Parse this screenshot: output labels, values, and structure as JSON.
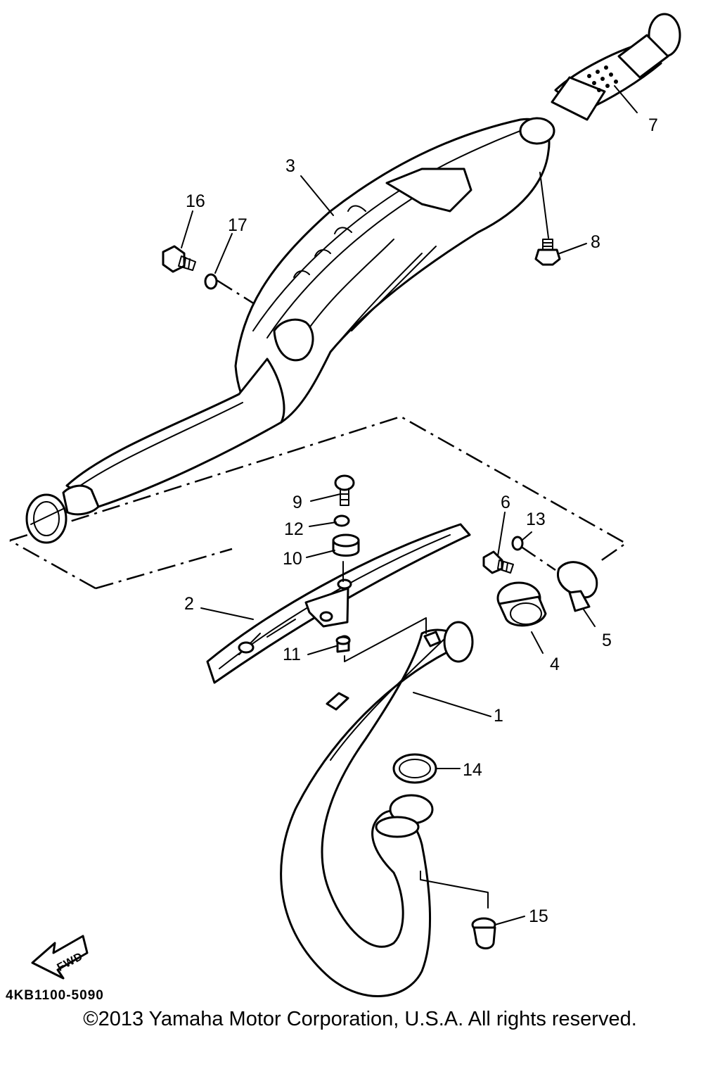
{
  "parts": [
    {
      "num": "1"
    },
    {
      "num": "2"
    },
    {
      "num": "3"
    },
    {
      "num": "4"
    },
    {
      "num": "5"
    },
    {
      "num": "6"
    },
    {
      "num": "7"
    },
    {
      "num": "8"
    },
    {
      "num": "9"
    },
    {
      "num": "10"
    },
    {
      "num": "11"
    },
    {
      "num": "12"
    },
    {
      "num": "13"
    },
    {
      "num": "14"
    },
    {
      "num": "15"
    },
    {
      "num": "16"
    },
    {
      "num": "17"
    }
  ],
  "fwd_label": "FWD",
  "diagram_code": "4KB1100-5090",
  "copyright": "©2013 Yamaha Motor Corporation, U.S.A. All rights reserved."
}
